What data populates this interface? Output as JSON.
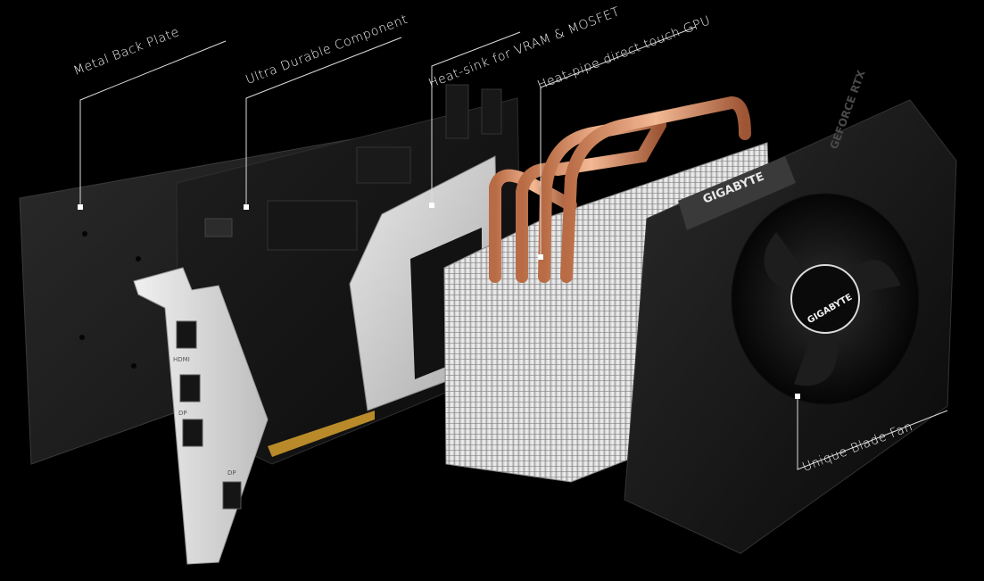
{
  "callouts": {
    "back_plate": "Metal Back Plate",
    "component": "Ultra Durable Component",
    "heatsink": "Heat-sink for VRAM & MOSFET",
    "heatpipe": "Heat-pipe direct touch GPU",
    "fan": "Unique Blade Fan"
  },
  "branding": {
    "shroud_logo": "GIGABYTE",
    "fan_hub_logo": "GIGABYTE",
    "shroud_series": "GEFORCE RTX"
  },
  "io_bracket": {
    "port_labels": [
      "HDMI",
      "DP",
      "DP"
    ]
  }
}
